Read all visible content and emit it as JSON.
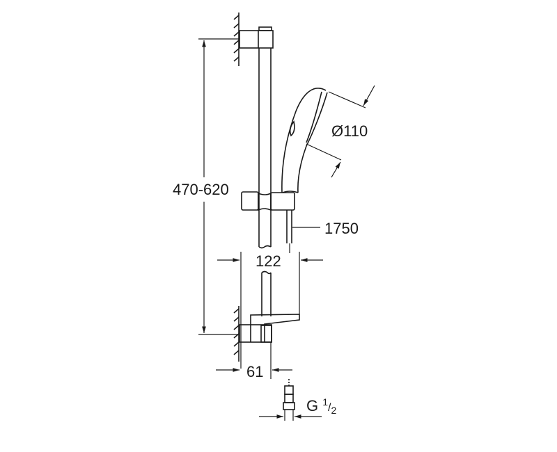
{
  "drawing": {
    "type": "technical dimension drawing",
    "subject": "shower rail set with hand shower",
    "line_color": "#1a1a1a",
    "background": "#ffffff"
  },
  "dimensions": {
    "rail_height": "470-620",
    "hand_shower_diameter": "Ø110",
    "hose_length": "1750",
    "rail_depth": "122",
    "bracket_depth": "61",
    "connection_thread_prefix": "G",
    "connection_thread_num": "1",
    "connection_thread_den": "2"
  }
}
